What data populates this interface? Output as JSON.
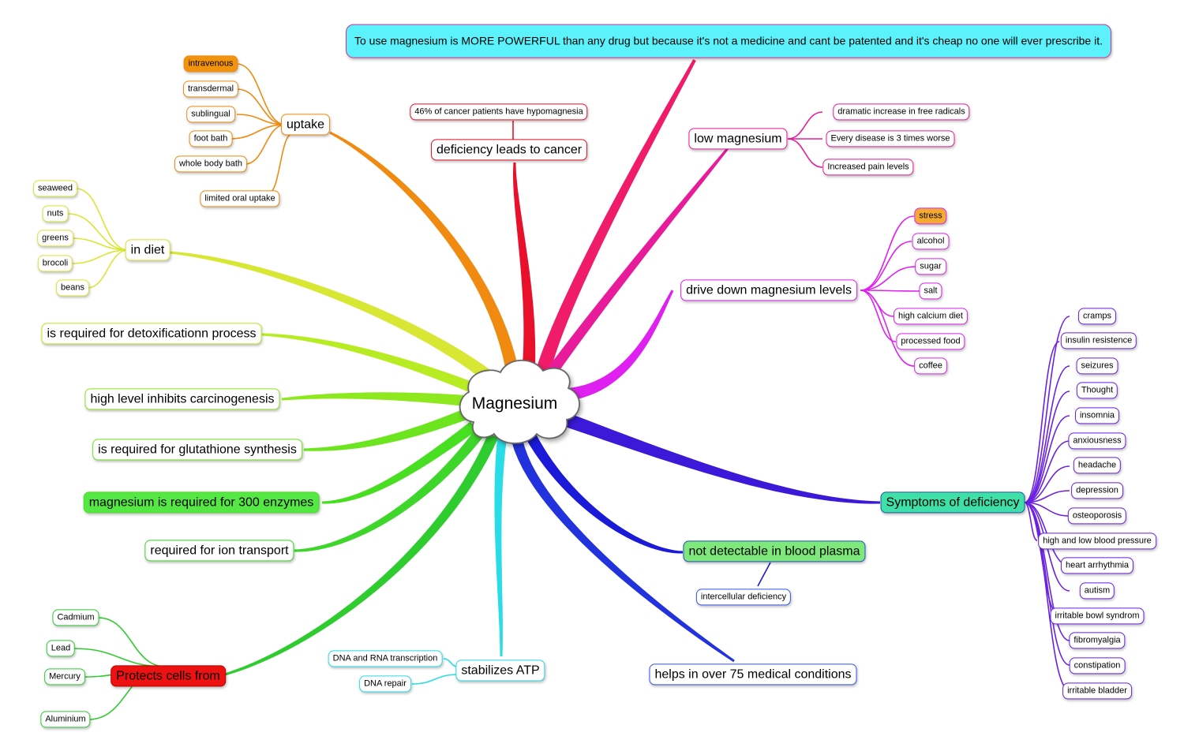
{
  "center": {
    "label": "Magnesium"
  },
  "top_note": {
    "text": "To use magnesium is MORE POWERFUL than any drug but because it's not a medicine and cant be patented and it's cheap no one will ever prescribe it.",
    "fill": "#5cf2fb",
    "border": "#cc3399"
  },
  "cancer": {
    "label": "deficiency leads to cancer",
    "color": "#e8102a",
    "child": "46% of cancer patients have hypomagnesia"
  },
  "uptake": {
    "label": "uptake",
    "color": "#f08a10",
    "items": [
      "intravenous",
      "transdermal",
      "sublingual",
      "foot bath",
      "whole body bath",
      "limited oral uptake"
    ],
    "highlight_fill": "#f2930d"
  },
  "diet": {
    "label": "in diet",
    "color": "#d8e634",
    "items": [
      "seaweed",
      "nuts",
      "greens",
      "brocoli",
      "beans"
    ]
  },
  "statements": [
    {
      "label": "is required for detoxificationn process",
      "color": "#b8ec22",
      "fill": "#ffffff"
    },
    {
      "label": "high level inhibits carcinogenesis",
      "color": "#8ee81e",
      "fill": "#ffffff"
    },
    {
      "label": "is required for glutathione synthesis",
      "color": "#6de51e",
      "fill": "#ffffff"
    },
    {
      "label": "magnesium is required for 300 enzymes",
      "color": "#48df22",
      "fill": "#55e845"
    },
    {
      "label": "required for ion transport",
      "color": "#3ed62a",
      "fill": "#ffffff"
    }
  ],
  "protects": {
    "label": "Protects cells from",
    "color": "#2fcc30",
    "fill": "#ee1111",
    "items": [
      "Cadmium",
      "Lead",
      "Mercury",
      "Aluminium"
    ]
  },
  "atp": {
    "label": "stabilizes ATP",
    "color": "#28dce8",
    "items": [
      "DNA and RNA transcription",
      "DNA repair"
    ]
  },
  "conditions": {
    "label": "helps in over 75 medical conditions",
    "color": "#2233dd"
  },
  "plasma": {
    "label": "not detectable in blood plasma",
    "color": "#1a1ad8",
    "fill": "#7ee87a",
    "child": "intercellular deficiency"
  },
  "symptoms": {
    "label": "Symptoms of deficiency",
    "color": "#3a1ad8",
    "child_color": "#6a22e0",
    "fill": "#3fe0a8",
    "items": [
      "cramps",
      "insulin resistence",
      "seizures",
      "Thought",
      "insomnia",
      "anxiousness",
      "headache",
      "depression",
      "osteoporosis",
      "high and low blood pressure",
      "heart arrhythmia",
      "autism",
      "irritable bowl syndrom",
      "fibromyalgia",
      "constipation",
      "irritable bladder"
    ]
  },
  "drive": {
    "label": "drive down magnesium levels",
    "color": "#e020f0",
    "items": [
      "stress",
      "alcohol",
      "sugar",
      "salt",
      "high calcium diet",
      "processed food",
      "coffee"
    ],
    "highlight_fill": "#f5ab32"
  },
  "low": {
    "label": "low magnesium",
    "color": "#e81c9a",
    "items": [
      "dramatic increase in free radicals",
      "Every disease is 3 times worse",
      "Increased pain levels"
    ]
  },
  "top_branch_color": "#f01c6a"
}
